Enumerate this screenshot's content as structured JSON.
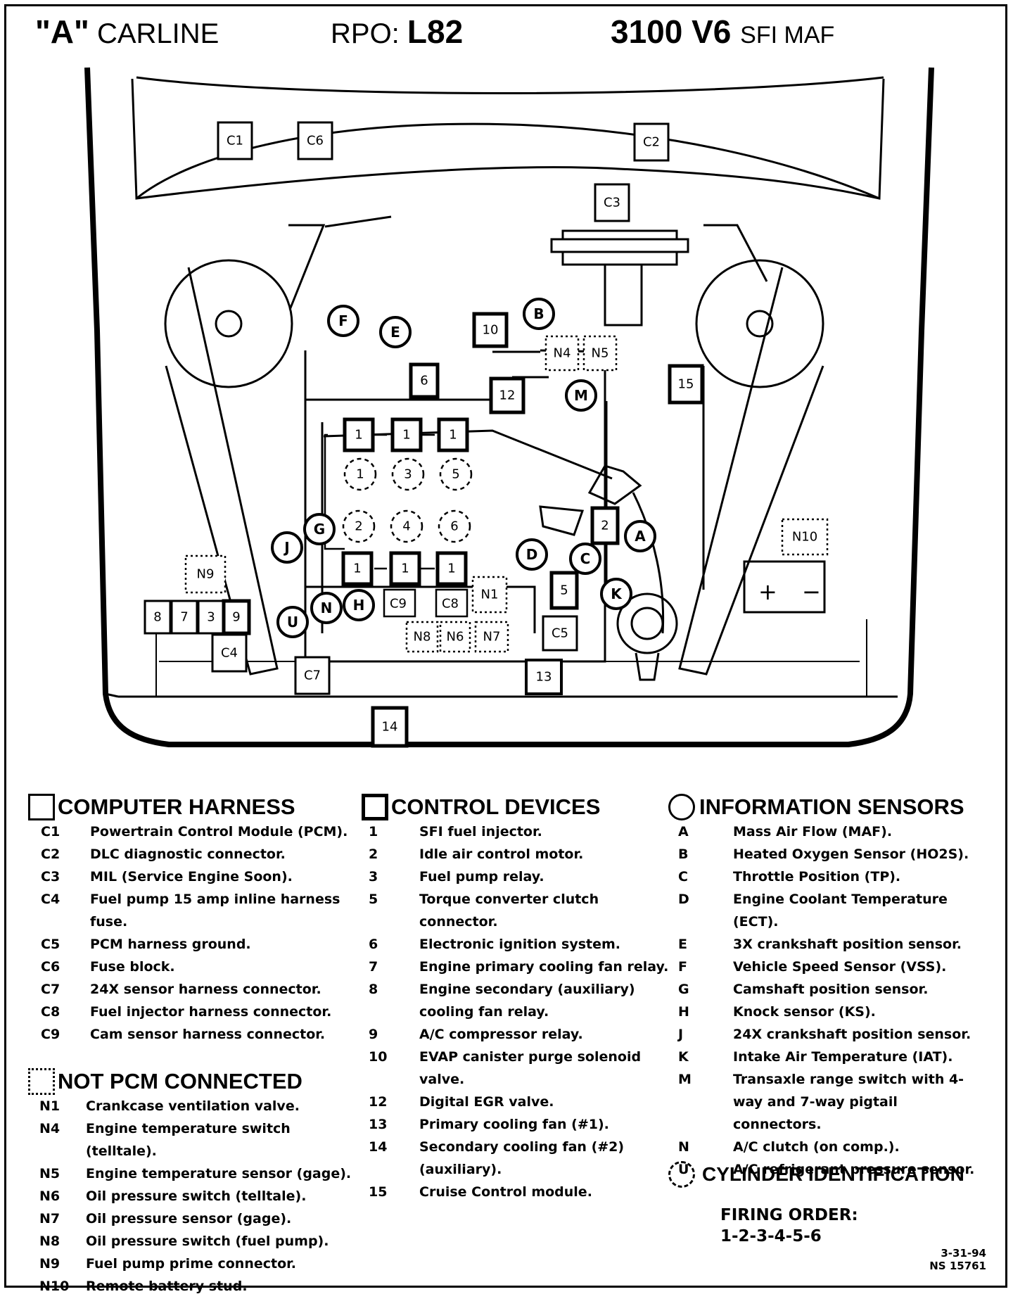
{
  "header": {
    "carline_letter": "\"A\"",
    "carline_word": "CARLINE",
    "rpo_label": "RPO:",
    "rpo_value": "L82",
    "engine": "3100 V6",
    "engine_suffix": "SFI MAF"
  },
  "diagram_labels": {
    "harness": [
      "C1",
      "C6",
      "C2",
      "C3",
      "C9",
      "C8",
      "C5",
      "C4",
      "C7"
    ],
    "control": [
      "10",
      "6",
      "12",
      "1",
      "1",
      "1",
      "1",
      "1",
      "1",
      "2",
      "5",
      "15",
      "13",
      "14",
      "8",
      "7",
      "3",
      "9"
    ],
    "not_pcm": [
      "N4",
      "N5",
      "N10",
      "N9",
      "N1",
      "N8",
      "N6",
      "N7"
    ],
    "sensors": [
      "F",
      "E",
      "B",
      "M",
      "A",
      "C",
      "D",
      "K",
      "G",
      "J",
      "H",
      "N",
      "U"
    ],
    "cylinders": [
      "1",
      "3",
      "5",
      "2",
      "4",
      "6"
    ],
    "battery_plus": "+",
    "battery_minus": "−"
  },
  "legend": {
    "computer_harness": {
      "title": "COMPUTER HARNESS",
      "items": [
        {
          "code": "C1",
          "text": "Powertrain Control Module (PCM)."
        },
        {
          "code": "C2",
          "text": "DLC diagnostic connector."
        },
        {
          "code": "C3",
          "text": "MIL (Service Engine Soon)."
        },
        {
          "code": "C4",
          "text": "Fuel pump 15 amp inline harness fuse."
        },
        {
          "code": "C5",
          "text": "PCM harness ground."
        },
        {
          "code": "C6",
          "text": "Fuse block."
        },
        {
          "code": "C7",
          "text": "24X sensor harness connector."
        },
        {
          "code": "C8",
          "text": "Fuel injector harness connector."
        },
        {
          "code": "C9",
          "text": "Cam sensor harness connector."
        }
      ]
    },
    "not_pcm_connected": {
      "title": "NOT PCM CONNECTED",
      "items": [
        {
          "code": "N1",
          "text": "Crankcase ventilation valve."
        },
        {
          "code": "N4",
          "text": "Engine temperature switch (telltale)."
        },
        {
          "code": "N5",
          "text": "Engine temperature sensor (gage)."
        },
        {
          "code": "N6",
          "text": "Oil pressure switch (telltale)."
        },
        {
          "code": "N7",
          "text": "Oil pressure sensor (gage)."
        },
        {
          "code": "N8",
          "text": "Oil pressure switch (fuel pump)."
        },
        {
          "code": "N9",
          "text": "Fuel pump prime connector."
        },
        {
          "code": "N10",
          "text": "Remote battery stud."
        }
      ]
    },
    "control_devices": {
      "title": "CONTROL DEVICES",
      "items": [
        {
          "code": "1",
          "text": "SFI fuel injector."
        },
        {
          "code": "2",
          "text": "Idle air control motor."
        },
        {
          "code": "3",
          "text": "Fuel pump relay."
        },
        {
          "code": "5",
          "text": "Torque converter clutch connector."
        },
        {
          "code": "6",
          "text": "Electronic ignition system."
        },
        {
          "code": "7",
          "text": "Engine primary cooling fan relay."
        },
        {
          "code": "8",
          "text": "Engine secondary (auxiliary) cooling fan relay."
        },
        {
          "code": "9",
          "text": "A/C compressor relay."
        },
        {
          "code": "10",
          "text": "EVAP canister purge solenoid valve."
        },
        {
          "code": "12",
          "text": "Digital EGR valve."
        },
        {
          "code": "13",
          "text": "Primary cooling fan (#1)."
        },
        {
          "code": "14",
          "text": "Secondary cooling fan (#2) (auxiliary)."
        },
        {
          "code": "15",
          "text": "Cruise Control module."
        }
      ]
    },
    "information_sensors": {
      "title": "INFORMATION SENSORS",
      "items": [
        {
          "code": "A",
          "text": "Mass Air Flow (MAF)."
        },
        {
          "code": "B",
          "text": "Heated Oxygen Sensor (HO2S)."
        },
        {
          "code": "C",
          "text": "Throttle Position (TP)."
        },
        {
          "code": "D",
          "text": "Engine Coolant Temperature (ECT)."
        },
        {
          "code": "E",
          "text": "3X crankshaft position sensor."
        },
        {
          "code": "F",
          "text": "Vehicle Speed Sensor (VSS)."
        },
        {
          "code": "G",
          "text": "Camshaft position sensor."
        },
        {
          "code": "H",
          "text": "Knock sensor (KS)."
        },
        {
          "code": "J",
          "text": "24X crankshaft position sensor."
        },
        {
          "code": "K",
          "text": "Intake Air Temperature (IAT)."
        },
        {
          "code": "M",
          "text": "Transaxle range switch with 4-way and 7-way pigtail connectors."
        },
        {
          "code": "N",
          "text": "A/C clutch (on comp.)."
        },
        {
          "code": "U",
          "text": "A/C refrigerant pressure sensor."
        }
      ]
    },
    "cylinder_identification": {
      "title": "CYLINDER IDENTIFICATION",
      "firing_label": "FIRING ORDER:",
      "firing_order": "1-2-3-4-5-6"
    }
  },
  "stamp": {
    "date": "3-31-94",
    "ref": "NS 15761"
  }
}
